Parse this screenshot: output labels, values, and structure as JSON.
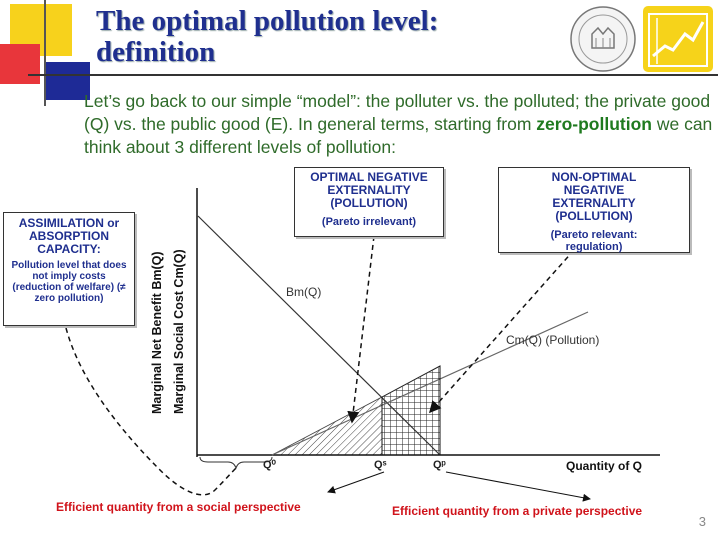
{
  "title": [
    "The optimal pollution level:",
    "definition"
  ],
  "intro": {
    "part1": "Let’s go back to our simple “model”: the polluter vs. the polluted; the private good (Q) vs. the public good (E). In general terms, starting from",
    "bold": "zero-pollution",
    "part2": "we can think about 3 different levels of pollution:"
  },
  "boxes": {
    "assimilation": {
      "heading": "ASSIMILATION or ABSORPTION CAPACITY:",
      "sub": "Pollution level that does not imply costs (reduction of welfare) (≠ zero pollution)"
    },
    "optimal": {
      "heading": "OPTIMAL NEGATIVE EXTERNALITY (POLLUTION)",
      "sub": "(Pareto irrelevant)"
    },
    "nonoptimal": {
      "heading": "NON-OPTIMAL NEGATIVE EXTERNALITY (POLLUTION)",
      "sub": "(Pareto relevant: regulation)"
    }
  },
  "axes": {
    "ylabel1": "Marginal Net Benefit  Bm(Q)",
    "ylabel2": "Marginal Social Cost Cm(Q)",
    "xlabel": "Quantity of Q"
  },
  "curves": {
    "bm": "Bm(Q)",
    "cm": "Cm(Q)  (Pollution)"
  },
  "ticks": {
    "q0": "Q⁰",
    "qs": "Qˢ",
    "qp": "Qᵖ"
  },
  "notes": {
    "social": "Efficient quantity from a social perspective",
    "private": "Efficient quantity from a private perspective"
  },
  "page_number": "3",
  "colors": {
    "title": "#1f2f8f",
    "intro": "#2f6b2a",
    "note": "#d0131b"
  }
}
